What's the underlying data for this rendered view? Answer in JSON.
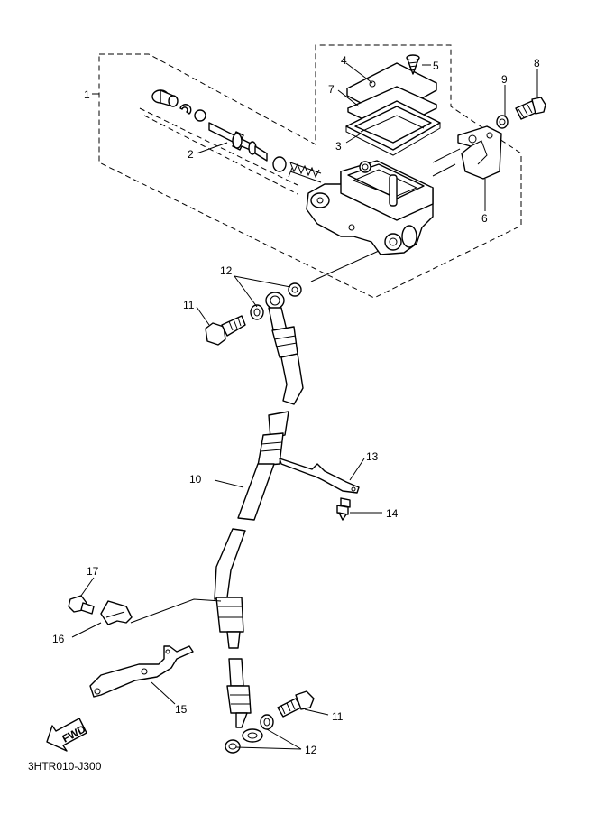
{
  "drawing_code": "3HTR010-J300",
  "fwd_label": "FWD",
  "callouts": {
    "c1": "1",
    "c2": "2",
    "c3": "3",
    "c4": "4",
    "c5": "5",
    "c6": "6",
    "c7": "7",
    "c8": "8",
    "c9": "9",
    "c10": "10",
    "c11a": "11",
    "c11b": "11",
    "c12a": "12",
    "c12b": "12",
    "c13": "13",
    "c14": "14",
    "c15": "15",
    "c16": "16",
    "c17": "17"
  }
}
